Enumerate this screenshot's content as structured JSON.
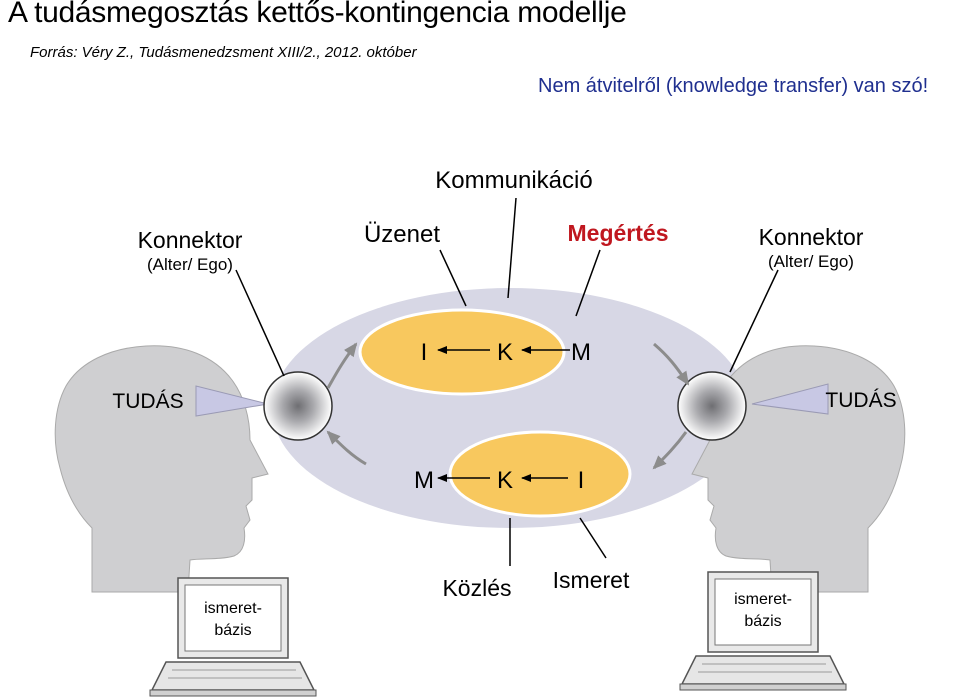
{
  "header": {
    "title": "A tudásmegosztás kettős-kontingencia modellje",
    "source": "Forrás: Véry Z., Tudásmenedzsment  XIII/2.,  2012. október",
    "note": "Nem átvitelről (knowledge transfer) van szó!"
  },
  "labels": {
    "kommunikacio": "Kommunikáció",
    "uzenet": "Üzenet",
    "megertes": "Megértés",
    "konnektor_left": "Konnektor",
    "alter_ego_left": "(Alter/ Ego)",
    "konnektor_right": "Konnektor",
    "alter_ego_right": "(Alter/ Ego)",
    "tudas_left": "TUDÁS",
    "tudas_right": "TUDÁS",
    "kozles": "Közlés",
    "ismeret": "Ismeret"
  },
  "top_flow": {
    "i": "I",
    "k": "K",
    "m": "M"
  },
  "bottom_flow": {
    "m": "M",
    "k": "K",
    "i": "I"
  },
  "laptops": {
    "left": {
      "line1": "ismeret-",
      "line2": "bázis"
    },
    "right": {
      "line1": "ismeret-",
      "line2": "bázis"
    }
  },
  "colors": {
    "note": "#1f2f8f",
    "megertes": "#c0171f",
    "ellipse_fill": "#f8c85e",
    "big_ellipse": "#d7d7e5",
    "head_fill": "#cfcfd1"
  }
}
